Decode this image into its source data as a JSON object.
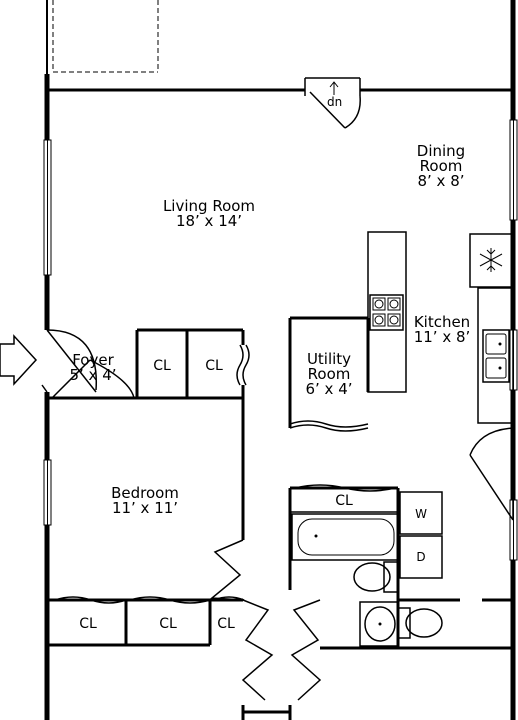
{
  "rooms": {
    "living_room": {
      "name": "Living Room",
      "size": "18’ x 14’"
    },
    "dining_room": {
      "name": "Dining",
      "name2": "Room",
      "size": "8’ x 8’"
    },
    "kitchen": {
      "name": "Kitchen",
      "size": "11’ x 8’"
    },
    "utility_room": {
      "name": "Utility",
      "name2": "Room",
      "size": "6’ x 4’"
    },
    "foyer": {
      "name": "Foyer",
      "size": "5’ x 4’"
    },
    "bedroom": {
      "name": "Bedroom",
      "size": "11’ x 11’"
    }
  },
  "closets": {
    "foyer_cl_1": "CL",
    "foyer_cl_2": "CL",
    "bath_cl": "CL",
    "bed_cl_1": "CL",
    "bed_cl_2": "CL",
    "bed_cl_3": "CL"
  },
  "appliances": {
    "washer": "W",
    "dryer": "D"
  },
  "stair_label": "dn"
}
